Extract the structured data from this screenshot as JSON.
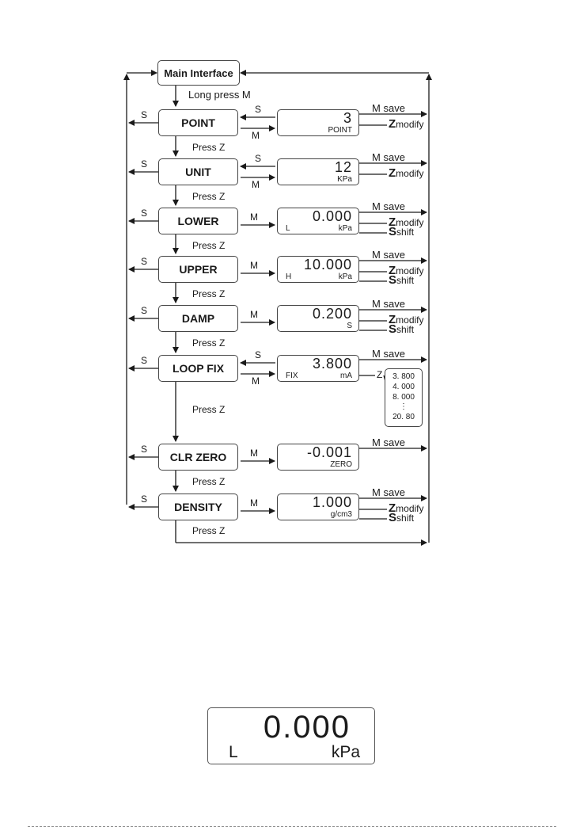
{
  "main": {
    "label": "Main Interface"
  },
  "long_press": "Long press M",
  "press_z": "Press Z",
  "s_key": "S",
  "m_key": "M",
  "z_key": "Z",
  "save_word": "save",
  "modify_word": "modify",
  "shift_word": "shift",
  "menus": [
    {
      "label": "POINT",
      "value": "3",
      "sub_left": "",
      "sub_right": "POINT"
    },
    {
      "label": "UNIT",
      "value": "12",
      "sub_left": "",
      "sub_right": "KPa"
    },
    {
      "label": "LOWER",
      "value": "0.000",
      "sub_left": "L",
      "sub_right": "kPa"
    },
    {
      "label": "UPPER",
      "value": "10.000",
      "sub_left": "H",
      "sub_right": "kPa"
    },
    {
      "label": "DAMP",
      "value": "0.200",
      "sub_left": "",
      "sub_right": "S"
    },
    {
      "label": "LOOP FIX",
      "value": "3.800",
      "sub_left": "FIX",
      "sub_right": "mA"
    },
    {
      "label": "CLR ZERO",
      "value": "-0.001",
      "sub_left": "",
      "sub_right": "ZERO"
    },
    {
      "label": "DENSITY",
      "value": "1.000",
      "sub_left": "",
      "sub_right": "g/cm3"
    }
  ],
  "loop_options": [
    "3. 800",
    "4. 000",
    "8. 000",
    "⋮",
    "20. 80"
  ],
  "bottom_display": {
    "value": "0.000",
    "left": "L",
    "unit": "kPa"
  }
}
